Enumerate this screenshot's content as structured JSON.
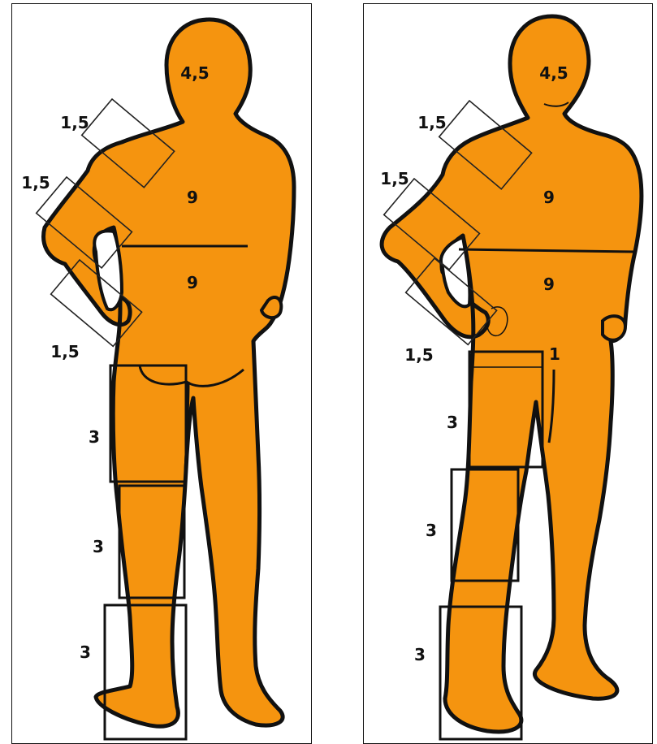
{
  "back_view": {
    "labels": {
      "head": "4,5",
      "upper_torso": "9",
      "lower_torso": "9",
      "upper_arm": "1,5",
      "forearm": "1,5",
      "hand": "1,5",
      "thigh": "3",
      "calf": "3",
      "foot": "3"
    }
  },
  "front_view": {
    "labels": {
      "head": "4,5",
      "upper_torso": "9",
      "lower_torso": "9",
      "upper_arm": "1,5",
      "forearm": "1,5",
      "hand": "1,5",
      "genitals": "1",
      "thigh": "3",
      "calf": "3",
      "foot": "3"
    }
  },
  "colors": {
    "body": "#f5940f",
    "outline": "#111111",
    "background": "#ffffff"
  }
}
